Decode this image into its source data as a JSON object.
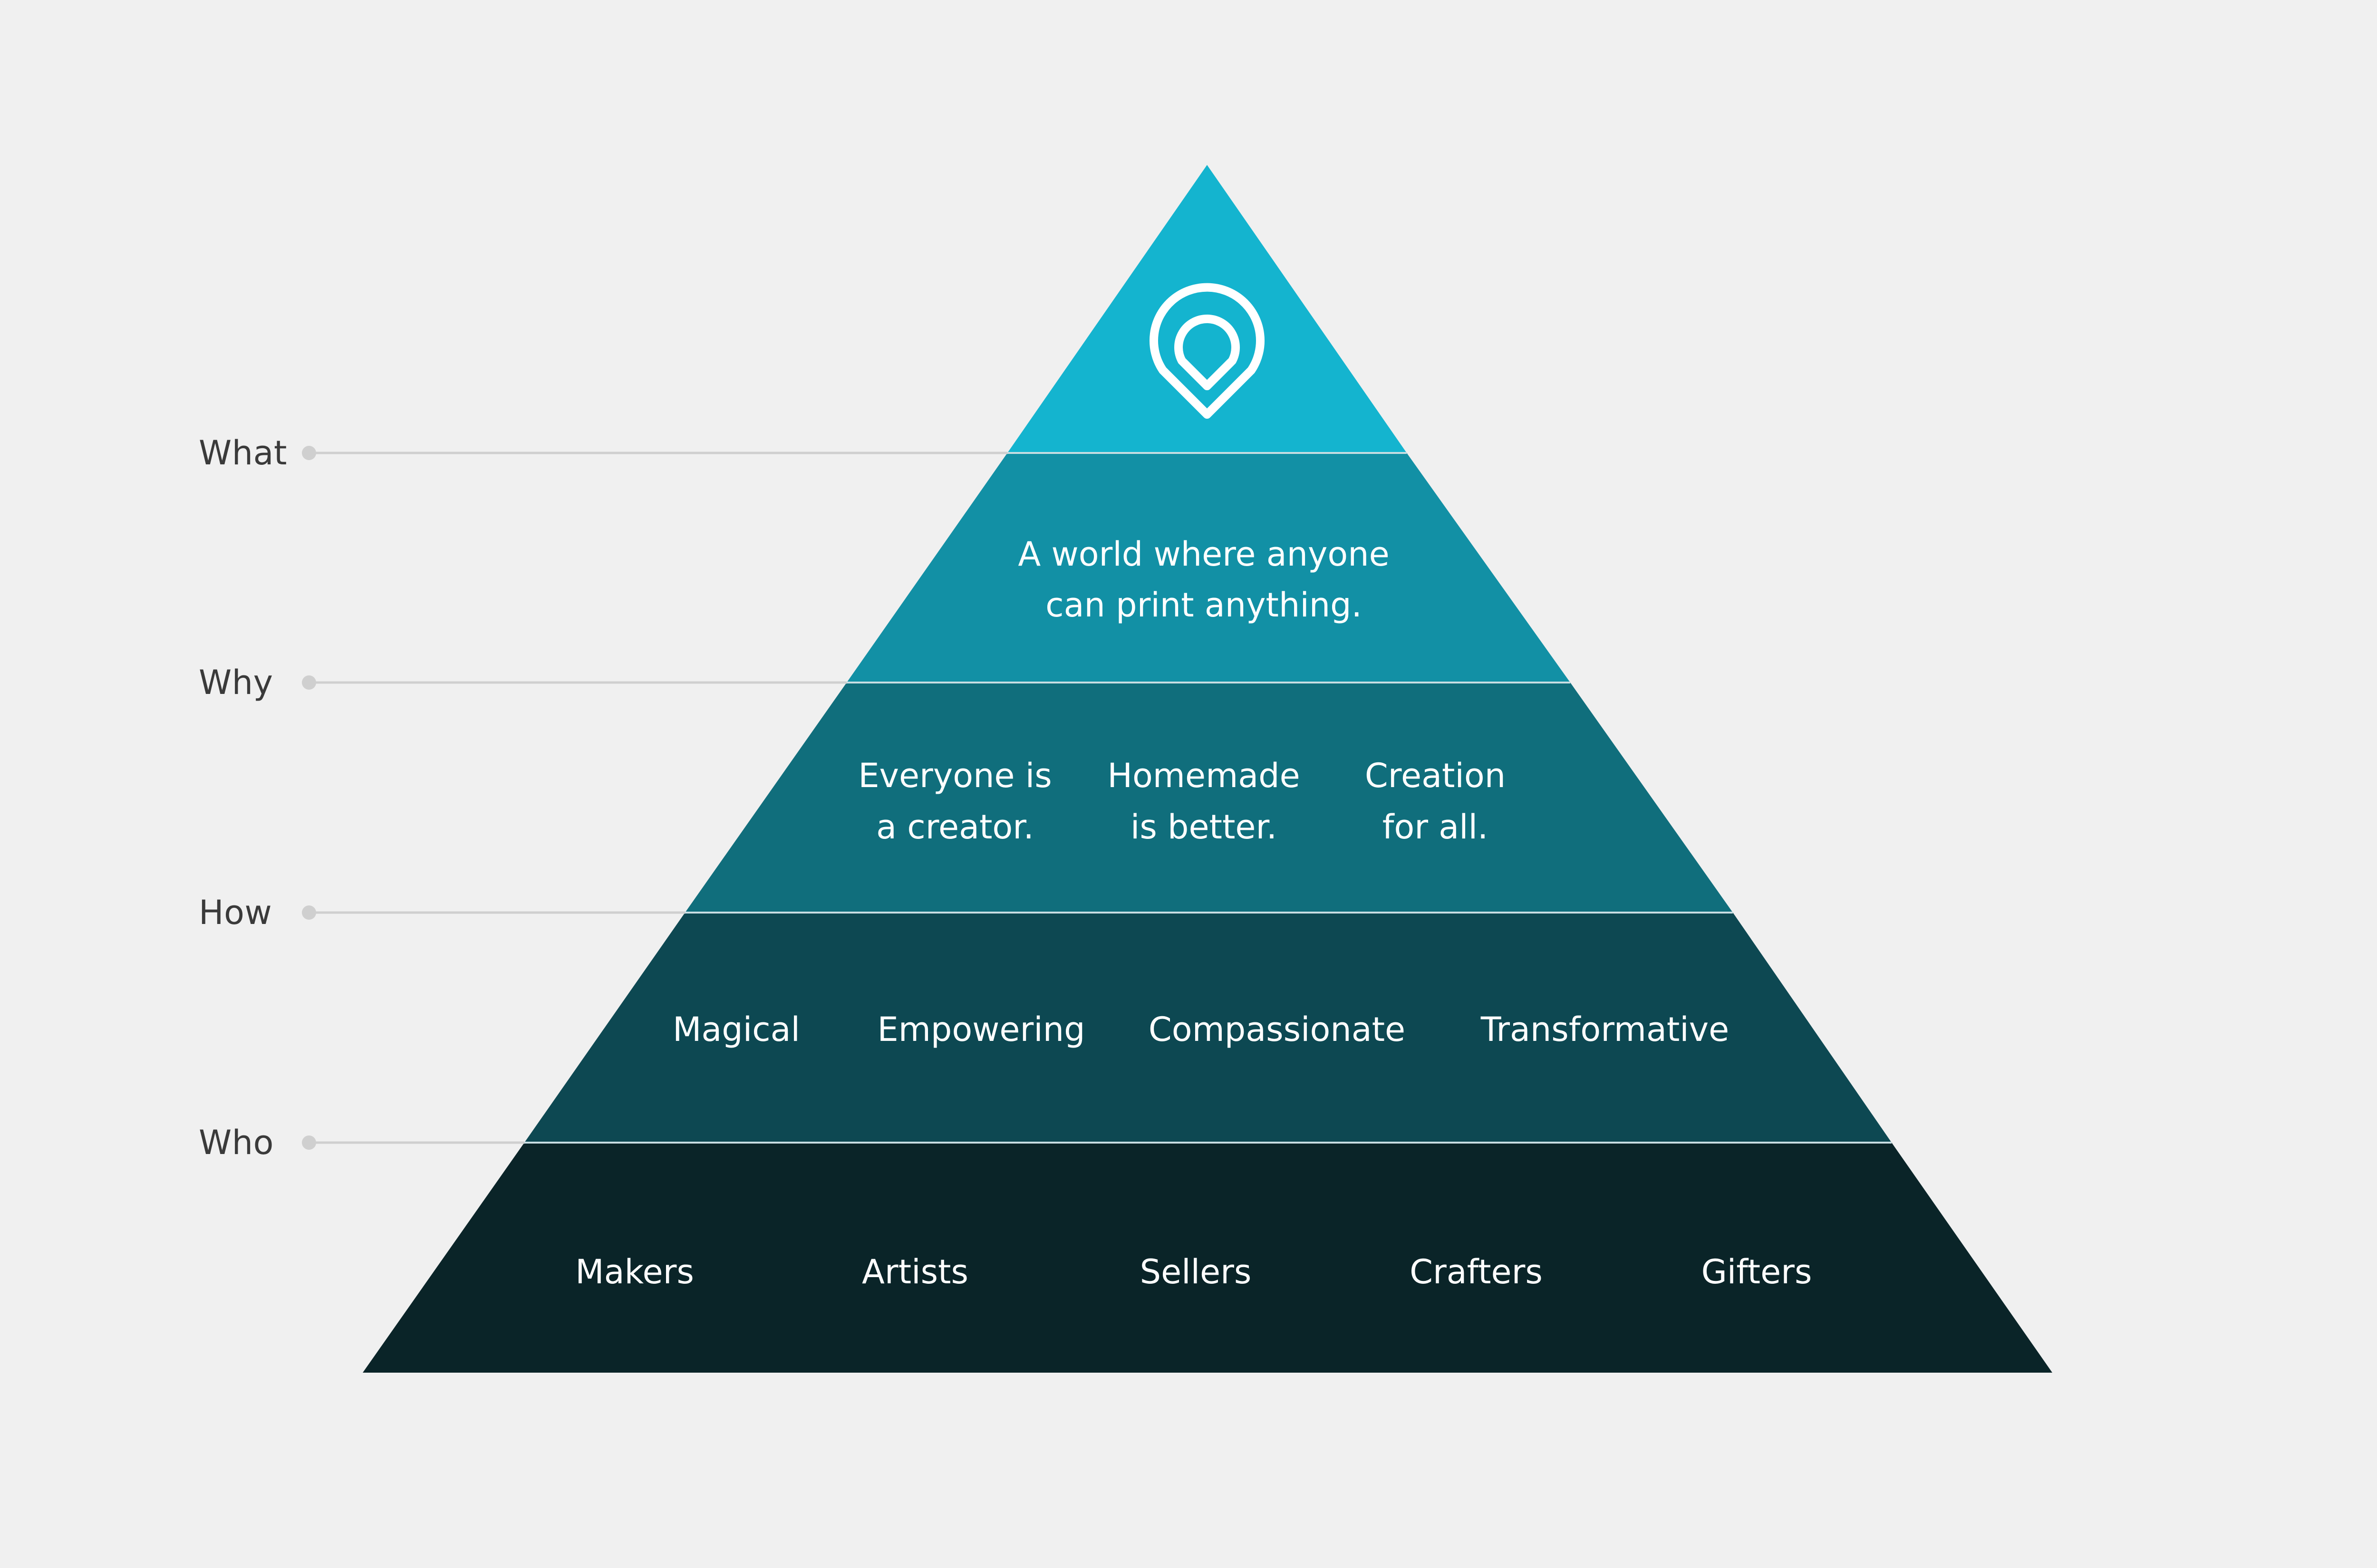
{
  "side_labels": [
    "What",
    "Why",
    "How",
    "Who"
  ],
  "tiers": [
    {
      "icon": "printer-pin-logo-icon",
      "color": "#14b4cf",
      "lines": []
    },
    {
      "color": "#1290a5",
      "groups": [
        [
          "A world where anyone",
          "can print anything."
        ]
      ]
    },
    {
      "color": "#106e7c",
      "groups": [
        [
          "Everyone is",
          "a creator."
        ],
        [
          "Homemade",
          "is better."
        ],
        [
          "Creation",
          "for all."
        ]
      ]
    },
    {
      "color": "#0d4852",
      "groups": [
        [
          "Magical"
        ],
        [
          "Empowering"
        ],
        [
          "Compassionate"
        ],
        [
          "Transformative"
        ]
      ]
    },
    {
      "color": "#0a2428",
      "groups": [
        [
          "Makers"
        ],
        [
          "Artists"
        ],
        [
          "Sellers"
        ],
        [
          "Crafters"
        ],
        [
          "Gifters"
        ]
      ]
    }
  ],
  "colors": {
    "background": "#f0f0f0",
    "guide": "#cfcfcf",
    "label": "#3a3a3a"
  }
}
